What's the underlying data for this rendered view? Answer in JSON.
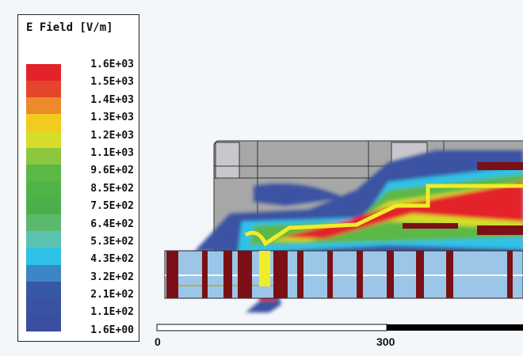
{
  "legend": {
    "title": "E Field [V/m]",
    "ticks": [
      "1.6E+03",
      "1.5E+03",
      "1.4E+03",
      "1.3E+03",
      "1.2E+03",
      "1.1E+03",
      "9.6E+02",
      "8.5E+02",
      "7.5E+02",
      "6.4E+02",
      "5.3E+02",
      "4.3E+02",
      "3.2E+02",
      "2.1E+02",
      "1.1E+02",
      "1.6E+00"
    ],
    "colors": [
      "#e3222a",
      "#e5452b",
      "#ec8a2c",
      "#f3cb1d",
      "#d7dc2a",
      "#8dc63f",
      "#5bb847",
      "#4fb447",
      "#4cb04a",
      "#5bb96e",
      "#5cc3b2",
      "#2ec2e8",
      "#3a86c6",
      "#3857a5",
      "#3a52a2",
      "#3a4fa0"
    ]
  },
  "scale_bar": {
    "labels": [
      "0",
      "300"
    ]
  }
}
